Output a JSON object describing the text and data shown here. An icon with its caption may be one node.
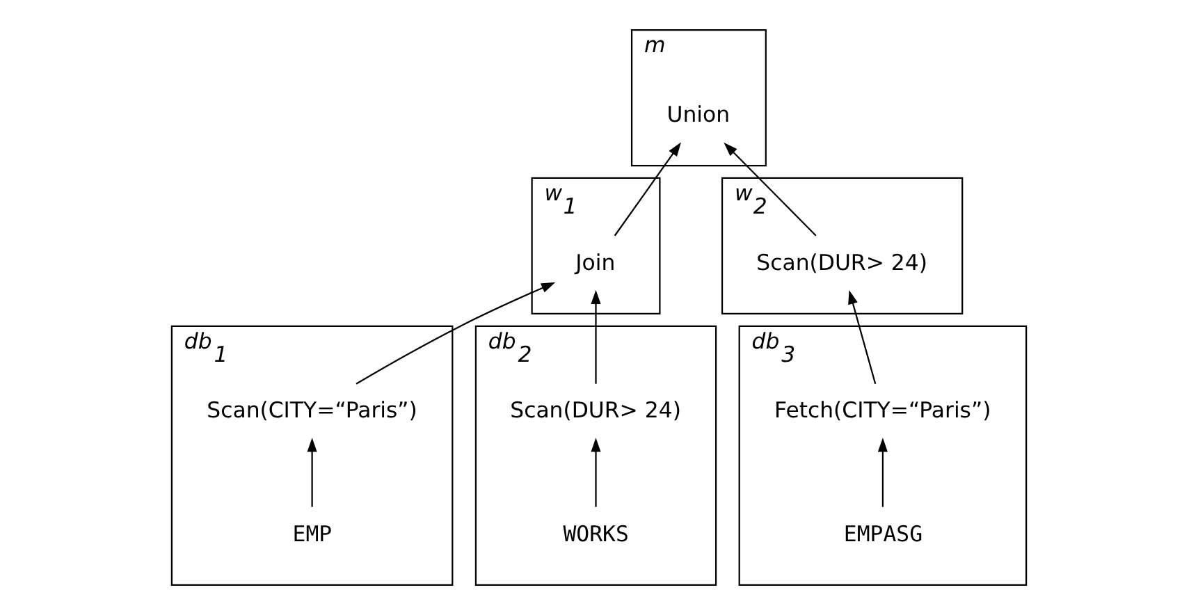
{
  "diagram": {
    "nodes": [
      {
        "text": [
          "m"
        ]
      },
      {
        "text": [
          "Union"
        ],
        "in": 0
      },
      {
        "text": [
          "w$_{1}$"
        ]
      },
      {
        "text": [
          "Join"
        ],
        "in": 2
      },
      {
        "text": [
          "w$_{2}$"
        ]
      },
      {
        "text": [
          "Scan(DUR> 24)"
        ],
        "in": 4
      },
      {
        "text": [
          "db$_{1}$"
        ]
      },
      {
        "text": [
          "Scan(CITY=“Paris”)"
        ],
        "in": 6
      },
      {
        "text": [
          "EMP"
        ],
        "in": 6
      },
      {
        "text": [
          "db$_{2}$"
        ]
      },
      {
        "text": [
          "Scan(DUR> 24)"
        ],
        "in": 9
      },
      {
        "text": [
          "WORKS"
        ],
        "in": 9
      },
      {
        "text": [
          "db$_{3}$"
        ]
      },
      {
        "text": [
          "Fetch(CITY=“Paris”)"
        ],
        "in": 12
      },
      {
        "text": [
          "EMPASG"
        ],
        "in": 12
      }
    ],
    "edges": [
      {
        "from": 3,
        "to": 1,
        "arrow": "to"
      },
      {
        "from": 5,
        "to": 1,
        "arrow": "to"
      },
      {
        "from": 7,
        "to": 3,
        "arrow": "to"
      },
      {
        "from": 10,
        "to": 3,
        "arrow": "to"
      },
      {
        "from": 13,
        "to": 5,
        "arrow": "to"
      },
      {
        "from": 8,
        "to": 7,
        "arrow": "to"
      },
      {
        "from": 11,
        "to": 10,
        "arrow": "to"
      },
      {
        "from": 14,
        "to": 13,
        "arrow": "to"
      }
    ]
  }
}
